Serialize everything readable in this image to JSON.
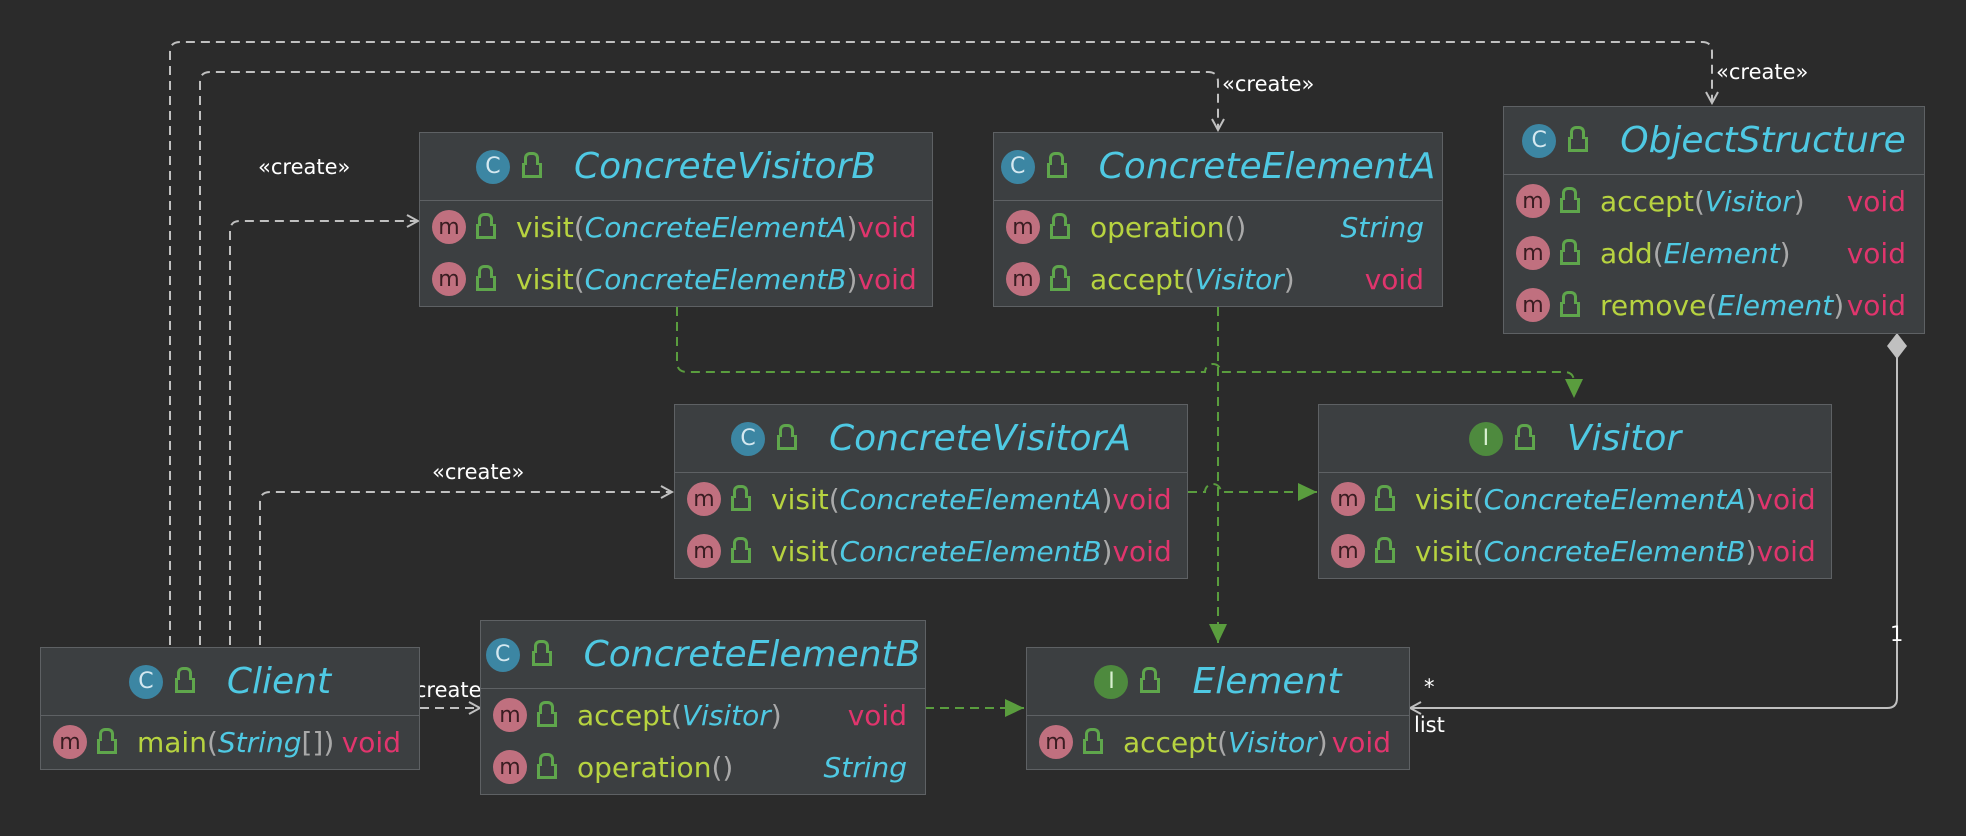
{
  "colors": {
    "background": "#2b2b2b",
    "box_fill": "#3c3f41",
    "class_name": "#4fc9e3",
    "method_name": "#b7d340",
    "void_type": "#e0356d",
    "implements_arrow": "#5a9d3e",
    "dependency_arrow": "#c0c0c0"
  },
  "classes": {
    "concrete_visitor_b": {
      "kind_icon": "class-icon",
      "name": "ConcreteVisitorB",
      "methods": [
        {
          "name": "visit",
          "open": "(",
          "param": "ConcreteElementA",
          "close": ")",
          "ret": "void"
        },
        {
          "name": "visit",
          "open": "(",
          "param": "ConcreteElementB",
          "close": ")",
          "ret": "void"
        }
      ]
    },
    "concrete_element_a": {
      "kind_icon": "class-icon",
      "name": "ConcreteElementA",
      "methods": [
        {
          "name": "operation",
          "open": "(",
          "param": "",
          "close": ")",
          "ret": "String"
        },
        {
          "name": "accept",
          "open": "(",
          "param": "Visitor",
          "close": ")",
          "ret": "void"
        }
      ]
    },
    "object_structure": {
      "kind_icon": "class-icon",
      "name": "ObjectStructure",
      "methods": [
        {
          "name": "accept",
          "open": "(",
          "param": "Visitor",
          "close": ")",
          "ret": "void"
        },
        {
          "name": "add",
          "open": "(",
          "param": "Element",
          "close": ")",
          "ret": "void"
        },
        {
          "name": "remove",
          "open": "(",
          "param": "Element",
          "close": ")",
          "ret": "void"
        }
      ]
    },
    "concrete_visitor_a": {
      "kind_icon": "class-icon",
      "name": "ConcreteVisitorA",
      "methods": [
        {
          "name": "visit",
          "open": "(",
          "param": "ConcreteElementA",
          "close": ")",
          "ret": "void"
        },
        {
          "name": "visit",
          "open": "(",
          "param": "ConcreteElementB",
          "close": ")",
          "ret": "void"
        }
      ]
    },
    "visitor": {
      "kind_icon": "interface-icon",
      "name": "Visitor",
      "methods": [
        {
          "name": "visit",
          "open": "(",
          "param": "ConcreteElementA",
          "close": ")",
          "ret": "void"
        },
        {
          "name": "visit",
          "open": "(",
          "param": "ConcreteElementB",
          "close": ")",
          "ret": "void"
        }
      ]
    },
    "client": {
      "kind_icon": "class-icon",
      "name": "Client",
      "methods": [
        {
          "name": "main",
          "open": "(",
          "param": "String",
          "close": "[])",
          "ret": "void"
        }
      ]
    },
    "concrete_element_b": {
      "kind_icon": "class-icon",
      "name": "ConcreteElementB",
      "methods": [
        {
          "name": "accept",
          "open": "(",
          "param": "Visitor",
          "close": ")",
          "ret": "void"
        },
        {
          "name": "operation",
          "open": "(",
          "param": "",
          "close": ")",
          "ret": "String"
        }
      ]
    },
    "element": {
      "kind_icon": "interface-icon",
      "name": "Element",
      "methods": [
        {
          "name": "accept",
          "open": "(",
          "param": "Visitor",
          "close": ")",
          "ret": "void"
        }
      ]
    }
  },
  "icons": {
    "class_letter": "C",
    "interface_letter": "I",
    "method_letter": "m"
  },
  "labels": {
    "create": "«create»",
    "multiplicity_many": "*",
    "multiplicity_one": "1",
    "role_list": "list"
  }
}
